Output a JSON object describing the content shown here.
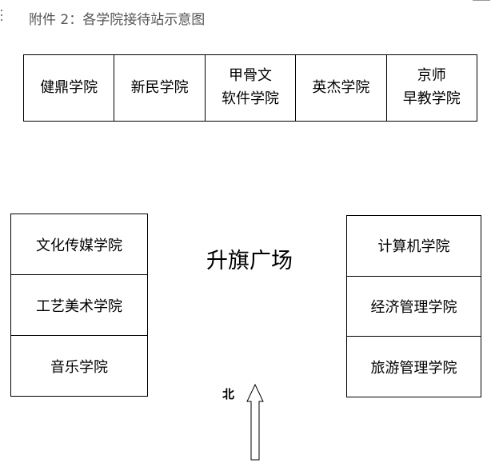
{
  "heading": "附件 2：各学院接待站示意图",
  "top_row": [
    {
      "lines": [
        "健鼎学院"
      ]
    },
    {
      "lines": [
        "新民学院"
      ]
    },
    {
      "lines": [
        "甲骨文",
        "软件学院"
      ]
    },
    {
      "lines": [
        "英杰学院"
      ]
    },
    {
      "lines": [
        "京师",
        "早教学院"
      ]
    }
  ],
  "left_column": [
    "文化传媒学院",
    "工艺美术学院",
    "音乐学院"
  ],
  "right_column": [
    "计算机学院",
    "经济管理学院",
    "旅游管理学院"
  ],
  "center_label": "升旗广场",
  "north_label": "北"
}
